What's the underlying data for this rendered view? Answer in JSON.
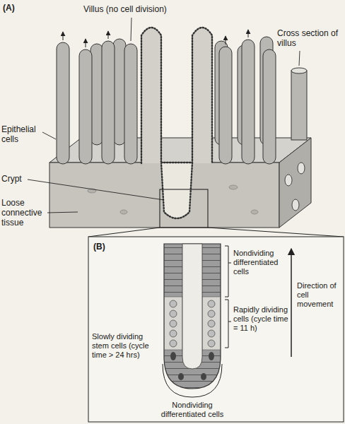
{
  "diagram": {
    "labels": [
      "(A)",
      "Villus (no cell division)",
      "Cross section of villus",
      "Epithelial cells",
      "Crypt",
      "Loose connective tissue",
      "(B)",
      "Nondividing differentiated cells",
      "Rapidly dividing cells (cycle time = 11 h)",
      "Slowly dividing stem cells (cycle time > 24 hrs)",
      "Nondividing differentiated cells",
      "Direction of cell movement"
    ]
  }
}
